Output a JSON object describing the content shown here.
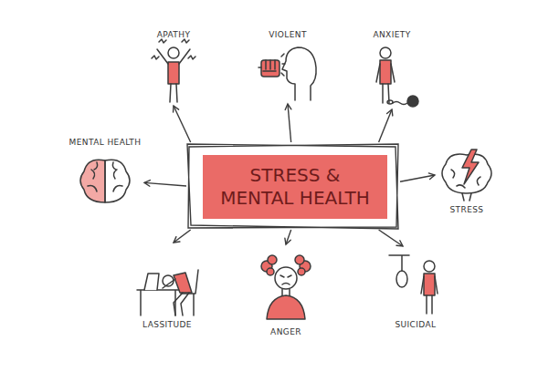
{
  "diagram": {
    "nodes": [
      {
        "text": [
          "APATHY"
        ]
      },
      {
        "text": [
          "VIOLENT"
        ]
      },
      {
        "text": [
          "ANXIETY"
        ]
      },
      {
        "text": [
          "MENTAL HEALTH"
        ]
      },
      {
        "text": [
          "STRESS & MENTAL HEALTH"
        ]
      },
      {
        "text": [
          "STRESS"
        ]
      },
      {
        "text": [
          "LASSITUDE"
        ]
      },
      {
        "text": [
          "ANGER"
        ]
      },
      {
        "text": [
          "SUICIDAL"
        ]
      }
    ],
    "edges": [
      {
        "from": 4,
        "to": 0,
        "arrow": "to"
      },
      {
        "from": 4,
        "to": 1,
        "arrow": "to"
      },
      {
        "from": 4,
        "to": 2,
        "arrow": "to"
      },
      {
        "from": 4,
        "to": 3,
        "arrow": "to"
      },
      {
        "from": 4,
        "to": 5,
        "arrow": "to"
      },
      {
        "from": 4,
        "to": 6,
        "arrow": "to"
      },
      {
        "from": 4,
        "to": 7,
        "arrow": "to"
      },
      {
        "from": 4,
        "to": 8,
        "arrow": "to"
      }
    ]
  }
}
